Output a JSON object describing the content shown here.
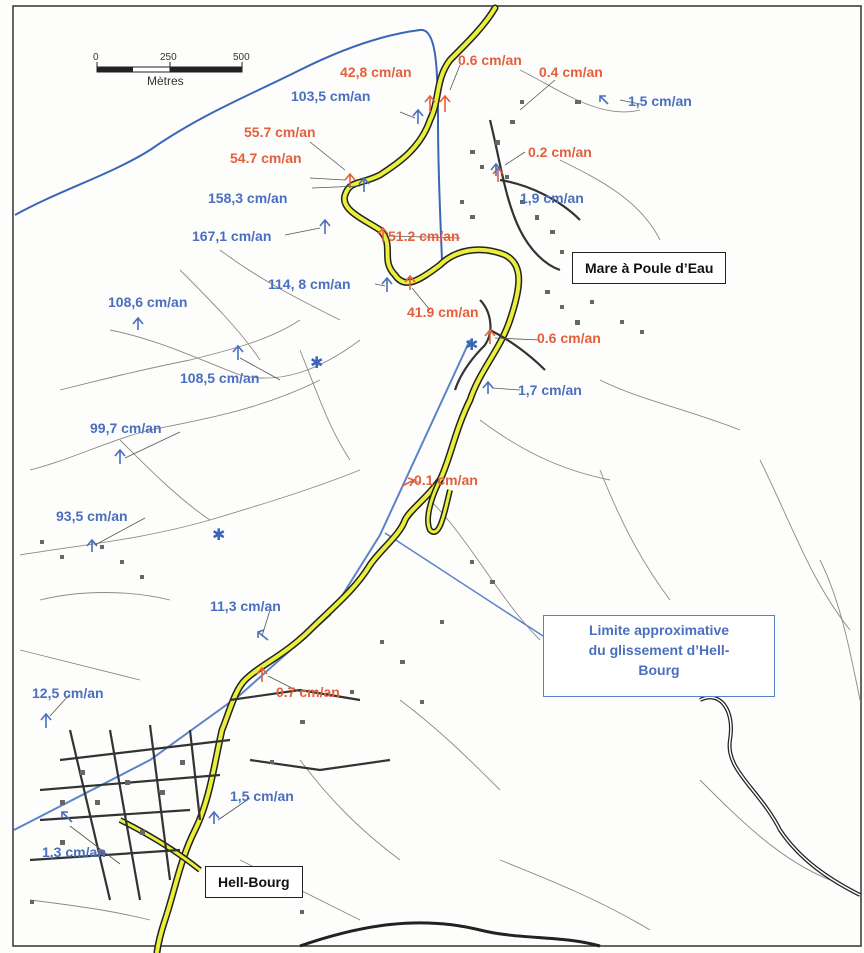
{
  "scale": {
    "ticks": [
      "0",
      "250",
      "500"
    ],
    "unit": "Mètres"
  },
  "places": {
    "mare": "Mare à Poule d’Eau",
    "hell": "Hell-Bourg"
  },
  "legend": {
    "line1": "Limite approximative",
    "line2": "du glissement d’Hell-",
    "line3": "Bourg"
  },
  "colors": {
    "blue_label": "#4a6fbf",
    "red_label": "#e4603c",
    "road_fill": "#e9ef3a",
    "limit_line": "#5b84c8"
  },
  "measurements": {
    "m1": "0.6 cm/an",
    "m2": "42,8 cm/an",
    "m3": "0.4 cm/an",
    "m4": "103,5 cm/an",
    "m5": "1,5 cm/an",
    "m6": "55.7 cm/an",
    "m7": "0.2 cm/an",
    "m8": "54.7 cm/an",
    "m9": "158,3 cm/an",
    "m10": "1,9 cm/an",
    "m11": "167,1 cm/an",
    "m12": "51.2 cm/an",
    "m13": "114, 8 cm/an",
    "m14": "108,6 cm/an",
    "m15": "41.9 cm/an",
    "m16": "0.6 cm/an",
    "m17": "108,5 cm/an",
    "m18": "1,7 cm/an",
    "m19": "99,7 cm/an",
    "m20": "0.1 cm/an",
    "m21": "93,5 cm/an",
    "m22": "11,3 cm/an",
    "m23": "0.7 cm/an",
    "m24": "12,5 cm/an",
    "m25": "1,5 cm/an",
    "m26": "1,3 cm/an"
  }
}
